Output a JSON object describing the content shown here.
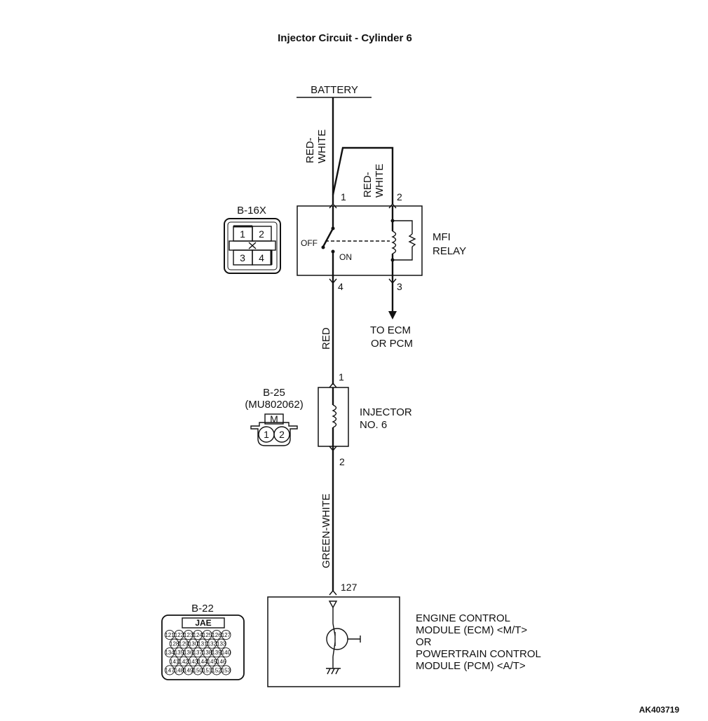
{
  "title": "Injector Circuit - Cylinder 6",
  "battery_label": "BATTERY",
  "wires": {
    "battery_feed": "RED-\nWHITE",
    "relay_coil_feed": "RED-\nWHITE",
    "relay_to_injector": "RED",
    "injector_to_ecm": "GREEN-WHITE"
  },
  "mfi_relay": {
    "label_line1": "MFI",
    "label_line2": "RELAY",
    "switch_off": "OFF",
    "switch_on": "ON",
    "pins": [
      "1",
      "2",
      "3",
      "4"
    ],
    "to_ecm_line1": "TO ECM",
    "to_ecm_line2": "OR PCM"
  },
  "injector": {
    "label_line1": "INJECTOR",
    "label_line2": "NO. 6",
    "pin_top": "1",
    "pin_bottom": "2"
  },
  "ecm": {
    "pin": "127",
    "lines": [
      "ENGINE CONTROL",
      "MODULE (ECM) <M/T>",
      "OR",
      "POWERTRAIN CONTROL",
      "MODULE (PCM) <A/T>"
    ]
  },
  "connectors": {
    "b16x": {
      "name": "B-16X",
      "pins": [
        "1",
        "2",
        "3",
        "4"
      ]
    },
    "b25": {
      "name": "B-25",
      "part": "(MU802062)",
      "key": "M",
      "pins": [
        "1",
        "2"
      ]
    },
    "b22": {
      "name": "B-22",
      "key": "JAE",
      "pins": [
        [
          "121",
          "122",
          "123",
          "124",
          "125",
          "126",
          "127"
        ],
        [
          "128",
          "129",
          "130",
          "131",
          "132",
          "133"
        ],
        [
          "134",
          "135",
          "136",
          "137",
          "138",
          "139",
          "140"
        ],
        [
          "141",
          "142",
          "143",
          "144",
          "145",
          "146"
        ],
        [
          "147",
          "148",
          "149",
          "150",
          "151",
          "152",
          "153"
        ]
      ]
    }
  },
  "figure_id": "AK403719"
}
